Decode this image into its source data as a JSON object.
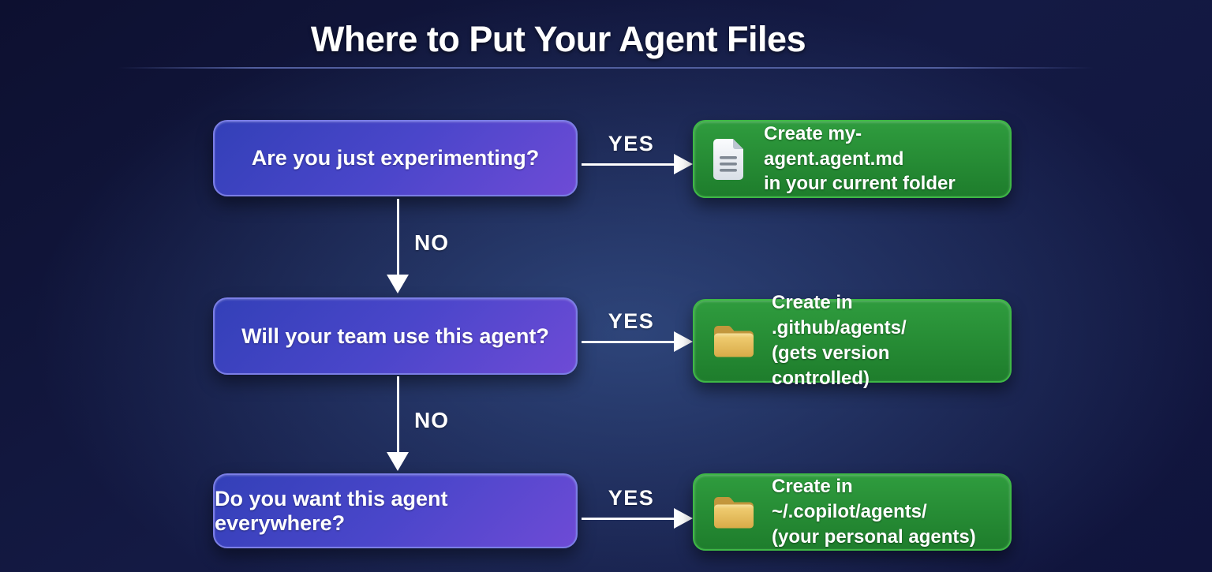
{
  "title": "Where to Put Your Agent Files",
  "rows": [
    {
      "question": "Are you just experimenting?",
      "yes_label": "YES",
      "no_label": "NO",
      "result": {
        "icon": "document-icon",
        "line1": "Create my-agent.agent.md",
        "line2": "in your current folder"
      }
    },
    {
      "question": "Will your team use this agent?",
      "yes_label": "YES",
      "no_label": "NO",
      "result": {
        "icon": "folder-icon",
        "line1": "Create in .github/agents/",
        "line2": "(gets version controlled)"
      }
    },
    {
      "question": "Do you want this agent everywhere?",
      "yes_label": "YES",
      "result": {
        "icon": "folder-icon",
        "line1": "Create in ~/.copilot/agents/",
        "line2": "(your personal agents)"
      }
    }
  ],
  "colors": {
    "question_box_start": "#3340b8",
    "question_box_end": "#6e4bd6",
    "question_border": "#7b7ee6",
    "result_box_start": "#2f9c3e",
    "result_box_end": "#1e7d2c",
    "result_border": "#3eb845",
    "arrow": "#ffffff",
    "folder_icon": "#eeca6e",
    "document_icon": "#f3f6f9",
    "divider": "#515e9e",
    "background_center": "#2a4068",
    "background_edge": "#0c0f2b"
  }
}
